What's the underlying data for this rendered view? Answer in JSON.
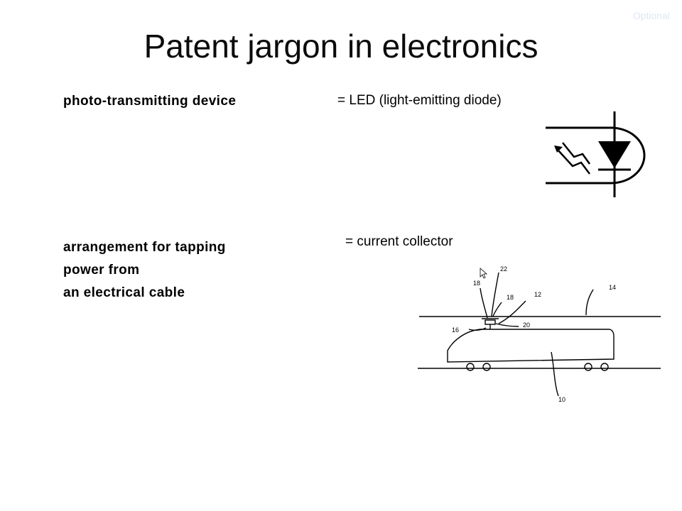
{
  "corner_label": "Optional",
  "title": "Patent jargon in electronics",
  "items": [
    {
      "term_lines": [
        "photo-transmitting device"
      ],
      "definition": "= LED (light-emitting diode)"
    },
    {
      "term_lines": [
        "arrangement for tapping",
        "power from",
        "an electrical cable"
      ],
      "definition": "= current collector"
    }
  ],
  "figure_labels": {
    "n22": "22",
    "n18a": "18",
    "n18b": "18",
    "n12": "12",
    "n14": "14",
    "n16": "16",
    "n20": "20",
    "n10": "10"
  }
}
